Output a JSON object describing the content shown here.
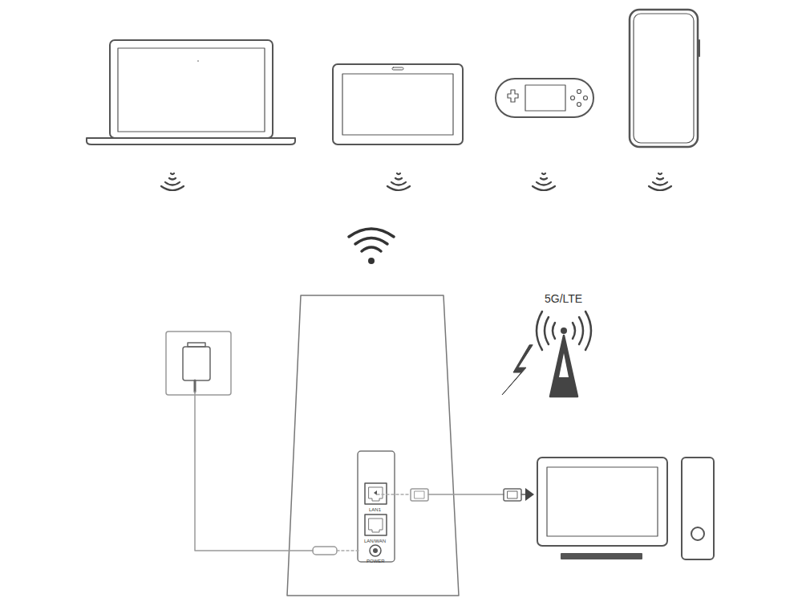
{
  "diagram": {
    "labels": [
      "5G/LTE",
      "LAN1",
      "LAN/WAN",
      "POWER"
    ]
  }
}
